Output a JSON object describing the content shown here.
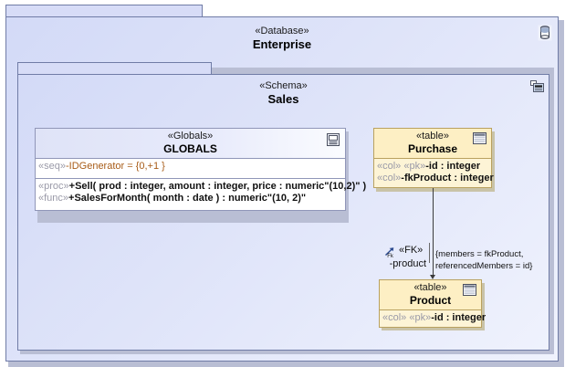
{
  "diagram": {
    "type": "uml-package-diagram",
    "background": "#ffffff"
  },
  "packages": [
    {
      "id": "enterprise",
      "stereotype": "«Database»",
      "name": "Enterprise",
      "icon": "database-cylinder-icon",
      "fill": "#dbe0f8",
      "border": "#707ca6"
    },
    {
      "id": "sales",
      "stereotype": "«Schema»",
      "name": "Sales",
      "icon": "schema-folder-icon",
      "fill": "#dbe0f8",
      "border": "#707ca6"
    }
  ],
  "classifiers": [
    {
      "id": "globals",
      "stereotype": "«Globals»",
      "name": "GLOBALS",
      "icon": "globals-icon",
      "fill": "#ffffff",
      "border": "#9096b8",
      "attributes": [
        {
          "stereotype": "«seq»",
          "text": "-IDGenerator = {0,+1 }",
          "color": "#a85c18"
        }
      ],
      "operations": [
        {
          "stereotype": "«proc»",
          "text": "+Sell( prod : integer, amount : integer, price : numeric\"(10,2)\" )"
        },
        {
          "stereotype": "«func»",
          "text": "+SalesForMonth( month : date ) : numeric\"(10, 2)\""
        }
      ]
    },
    {
      "id": "purchase",
      "stereotype": "«table»",
      "name": "Purchase",
      "icon": "table-grid-icon",
      "fill": "#fdefc4",
      "body_fill": "#fdf4d6",
      "border": "#b9a15f",
      "columns": [
        {
          "stereotypes": "«col» «pk»",
          "text": "-id : integer"
        },
        {
          "stereotypes": "«col»",
          "text": "-fkProduct : integer"
        }
      ]
    },
    {
      "id": "product",
      "stereotype": "«table»",
      "name": "Product",
      "icon": "table-grid-icon",
      "fill": "#fdefc4",
      "body_fill": "#fdf4d6",
      "border": "#b9a15f",
      "columns": [
        {
          "stereotypes": "«col» «pk»",
          "text": "-id : integer"
        }
      ]
    }
  ],
  "connector": {
    "id": "fk-purchase-product",
    "kind": "dependency",
    "from": "purchase",
    "to": "product",
    "icon": "fk-arrow-icon",
    "stereotype": "«FK»",
    "role": "-product",
    "constraint_line1": "{members = fkProduct,",
    "constraint_line2": "referencedMembers = id}",
    "line_color": "#3b3b3b"
  }
}
